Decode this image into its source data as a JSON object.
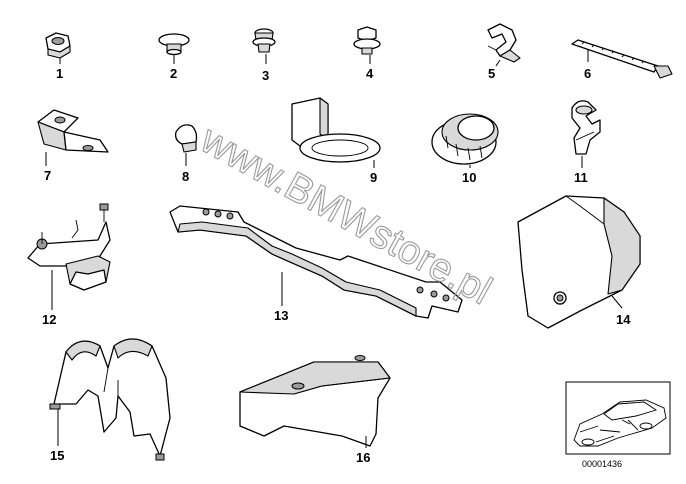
{
  "watermark": "www.BMWstore.pl",
  "diagram_id": "00001436",
  "parts": [
    {
      "number": "1"
    },
    {
      "number": "2"
    },
    {
      "number": "3"
    },
    {
      "number": "4"
    },
    {
      "number": "5"
    },
    {
      "number": "6"
    },
    {
      "number": "7"
    },
    {
      "number": "8"
    },
    {
      "number": "9"
    },
    {
      "number": "10"
    },
    {
      "number": "11"
    },
    {
      "number": "12"
    },
    {
      "number": "13"
    },
    {
      "number": "14"
    },
    {
      "number": "15"
    },
    {
      "number": "16"
    }
  ]
}
